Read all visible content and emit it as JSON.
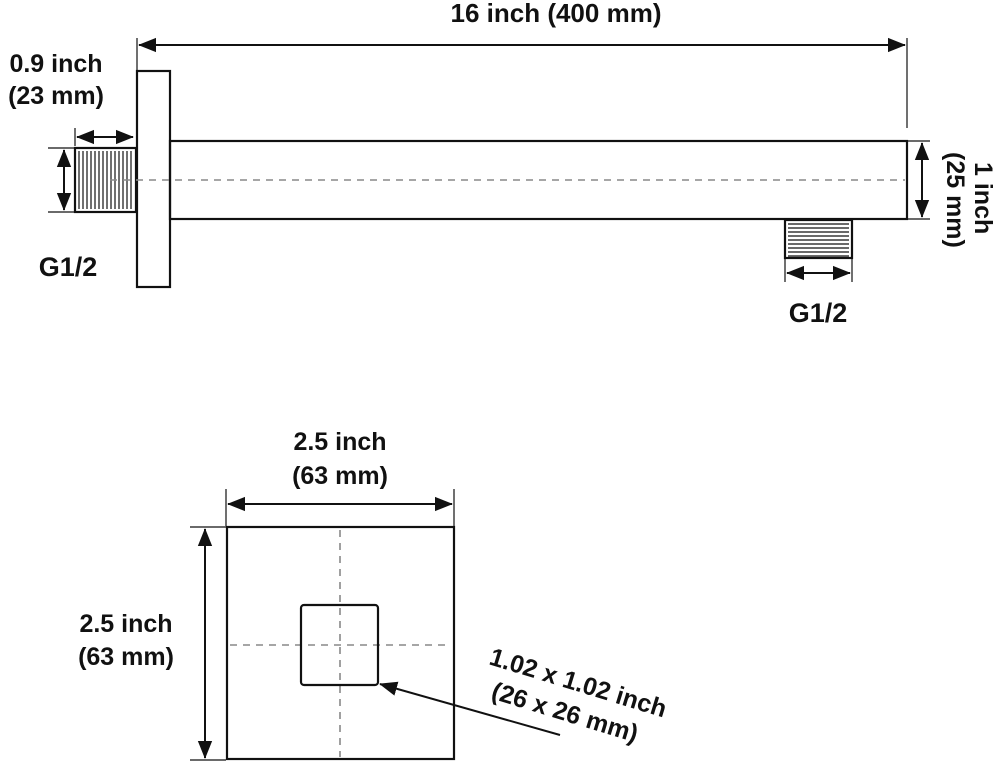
{
  "top_view": {
    "overall_length": "16 inch (400 mm)",
    "flange_thickness": [
      "0.9 inch",
      "(23 mm)"
    ],
    "arm_diameter": [
      "1 inch",
      "(25 mm)"
    ],
    "inlet_thread": "G1/2",
    "outlet_thread": "G1/2"
  },
  "flange_view": {
    "width": [
      "2.5 inch",
      "(63 mm)"
    ],
    "height": [
      "2.5 inch",
      "(63 mm)"
    ],
    "tube_size": [
      "1.02 x 1.02 inch",
      "(26 x 26 mm)"
    ]
  }
}
